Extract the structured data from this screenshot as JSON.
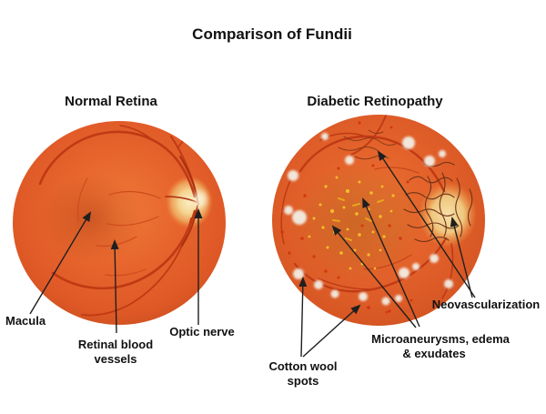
{
  "title": "Comparison of Fundii",
  "left_panel": {
    "heading": "Normal Retina",
    "macula_label": "Macula",
    "vessels_label_line1": "Retinal blood",
    "vessels_label_line2": "vessels",
    "optic_nerve_label": "Optic nerve"
  },
  "right_panel": {
    "heading": "Diabetic Retinopathy",
    "cotton_label_line1": "Cotton wool",
    "cotton_label_line2": "spots",
    "micro_label_line1": "Microaneurysms, edema",
    "micro_label_line2": "& exudates",
    "neo_label": "Neovascularization"
  },
  "colors": {
    "background": "#FFFFFF",
    "fundus_orange": "#E6632C",
    "fundus_edge": "#C74E1E",
    "vessel_red": "#BF3A14",
    "optic_disc_yellow": "#F5D491",
    "exudate_yellow": "#F3BF2A",
    "microaneurysm_red": "#D23710",
    "cotton_wool_white": "#F2EEE3",
    "neovascular_brown": "#6E3318",
    "arrow_black": "#1F1F1F",
    "label_text": "#111111"
  }
}
